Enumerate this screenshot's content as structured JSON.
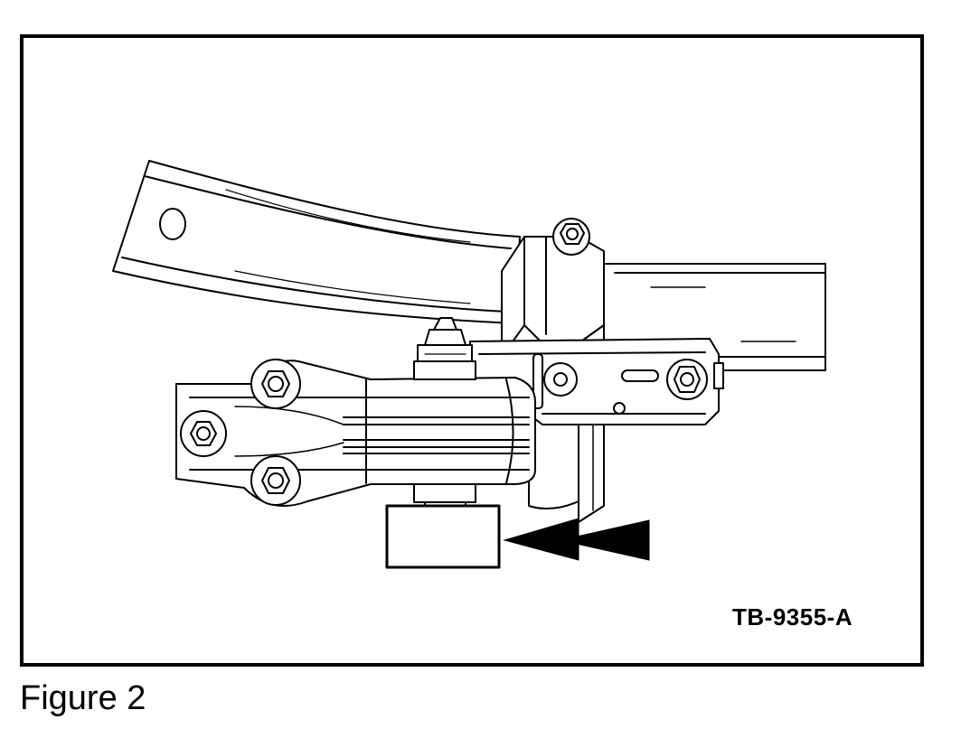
{
  "figure": {
    "reference_code": "TB-9355-A",
    "caption": "Figure 2"
  },
  "illustration": {
    "subject": "engine mount bracket with spacer block and arrow",
    "line_color": "#000000",
    "fill_color": "#ffffff"
  }
}
